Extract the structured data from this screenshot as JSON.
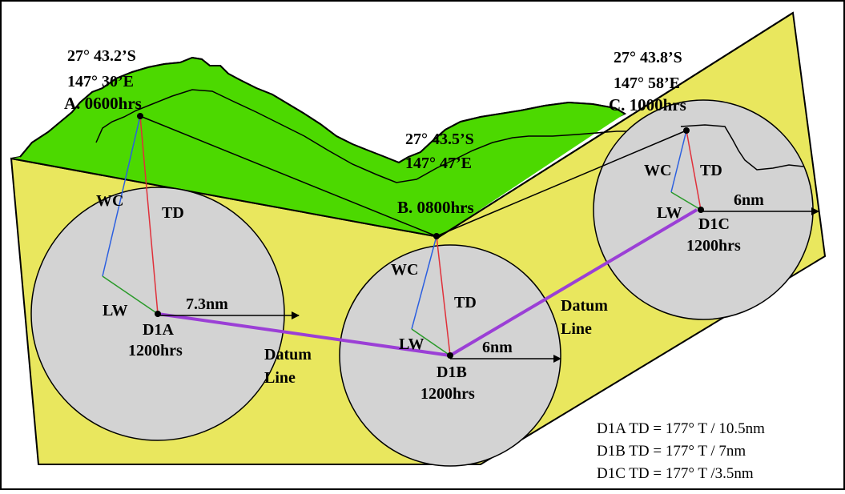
{
  "colors": {
    "land": "#4cd900",
    "sea": "#e9e75e",
    "circle": "#d3d3d3",
    "water_current": "#2b5fe0",
    "leeway": "#2a9a2a",
    "total_drift": "#e0303a",
    "datum_line": "#9b3fd6",
    "track": "#000000"
  },
  "positions": {
    "A": {
      "lat": "27° 43.2’S",
      "lon": "147° 30’E",
      "label": "A.  0600hrs"
    },
    "B": {
      "lat": "27° 43.5’S",
      "lon": "147° 47’E",
      "label": "B.  0800hrs"
    },
    "C": {
      "lat": "27° 43.8’S",
      "lon": "147° 58’E",
      "label": "C.  1000hrs"
    }
  },
  "datums": {
    "D1A": {
      "name": "D1A",
      "time": "1200hrs",
      "radius": "7.3nm"
    },
    "D1B": {
      "name": "D1B",
      "time": "1200hrs",
      "radius": "6nm"
    },
    "D1C": {
      "name": "D1C",
      "time": "1200hrs",
      "radius": "6nm"
    }
  },
  "vector_labels": {
    "wc": "WC",
    "td": "TD",
    "lw": "LW"
  },
  "datum_line_label": {
    "line1": "Datum",
    "line2": "Line"
  },
  "legend": [
    "D1A TD = 177°  T / 10.5nm",
    "D1B TD = 177°  T / 7nm",
    "D1C TD = 177°  T /3.5nm"
  ]
}
